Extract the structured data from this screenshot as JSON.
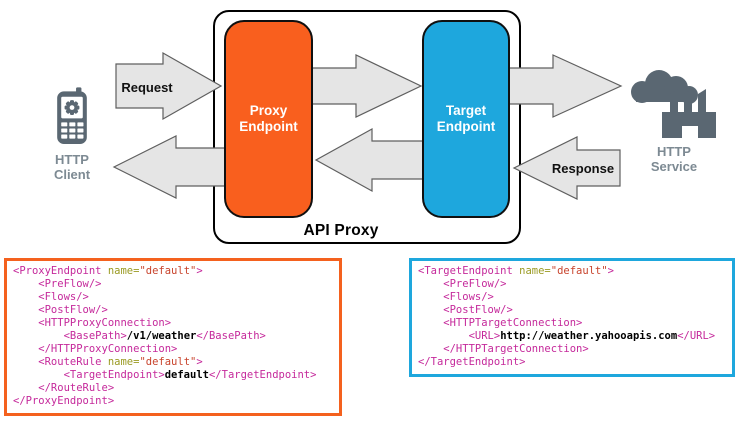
{
  "colors": {
    "proxy_orange": "#F95F1E",
    "target_blue": "#1EA7DD",
    "arrow_fill": "#E5E5E5",
    "arrow_stroke": "#5F5F5F",
    "icon_slate": "#5A6772",
    "node_label_gray": "#7D8A93",
    "code_tag_magenta": "#C5299B",
    "code_attr_olive": "#9A9A22",
    "code_value_red": "#C8432C"
  },
  "diagram": {
    "api_proxy": {
      "label": "API Proxy"
    },
    "proxy_endpoint": {
      "line1": "Proxy",
      "line2": "Endpoint"
    },
    "target_endpoint": {
      "line1": "Target",
      "line2": "Endpoint"
    },
    "request_label": "Request",
    "response_label": "Response",
    "http_client": {
      "line1": "HTTP",
      "line2": "Client"
    },
    "http_service": {
      "line1": "HTTP",
      "line2": "Service"
    }
  },
  "code_blocks": {
    "proxy_endpoint": {
      "accent_color": "#F4611E",
      "lines": [
        [
          {
            "c": "tag",
            "s": "<ProxyEndpoint"
          },
          {
            "c": "attr",
            "s": " name="
          },
          {
            "c": "val",
            "s": "\"default\""
          },
          {
            "c": "tag",
            "s": ">"
          }
        ],
        [
          {
            "c": "tag",
            "s": "    <PreFlow/>"
          }
        ],
        [
          {
            "c": "tag",
            "s": "    <Flows/>"
          }
        ],
        [
          {
            "c": "tag",
            "s": "    <PostFlow/>"
          }
        ],
        [
          {
            "c": "tag",
            "s": "    <HTTPProxyConnection>"
          }
        ],
        [
          {
            "c": "tag",
            "s": "        <BasePath>"
          },
          {
            "c": "text",
            "s": "/v1/weather"
          },
          {
            "c": "tag",
            "s": "</BasePath>"
          }
        ],
        [
          {
            "c": "tag",
            "s": "    </HTTPProxyConnection>"
          }
        ],
        [
          {
            "c": "tag",
            "s": "    <RouteRule"
          },
          {
            "c": "attr",
            "s": " name="
          },
          {
            "c": "val",
            "s": "\"default\""
          },
          {
            "c": "tag",
            "s": ">"
          }
        ],
        [
          {
            "c": "tag",
            "s": "        <TargetEndpoint>"
          },
          {
            "c": "text",
            "s": "default"
          },
          {
            "c": "tag",
            "s": "</TargetEndpoint>"
          }
        ],
        [
          {
            "c": "tag",
            "s": "    </RouteRule>"
          }
        ],
        [
          {
            "c": "tag",
            "s": "</ProxyEndpoint>"
          }
        ]
      ]
    },
    "target_endpoint": {
      "accent_color": "#1EA7DD",
      "lines": [
        [
          {
            "c": "tag",
            "s": "<TargetEndpoint"
          },
          {
            "c": "attr",
            "s": " name="
          },
          {
            "c": "val",
            "s": "\"default\""
          },
          {
            "c": "tag",
            "s": ">"
          }
        ],
        [
          {
            "c": "tag",
            "s": "    <PreFlow/>"
          }
        ],
        [
          {
            "c": "tag",
            "s": "    <Flows/>"
          }
        ],
        [
          {
            "c": "tag",
            "s": "    <PostFlow/>"
          }
        ],
        [
          {
            "c": "tag",
            "s": "    <HTTPTargetConnection>"
          }
        ],
        [
          {
            "c": "tag",
            "s": "        <URL>"
          },
          {
            "c": "text",
            "s": "http://weather.yahooapis.com"
          },
          {
            "c": "tag",
            "s": "</URL>"
          }
        ],
        [
          {
            "c": "tag",
            "s": "    </HTTPTargetConnection>"
          }
        ],
        [
          {
            "c": "tag",
            "s": "</TargetEndpoint>"
          }
        ]
      ]
    }
  }
}
